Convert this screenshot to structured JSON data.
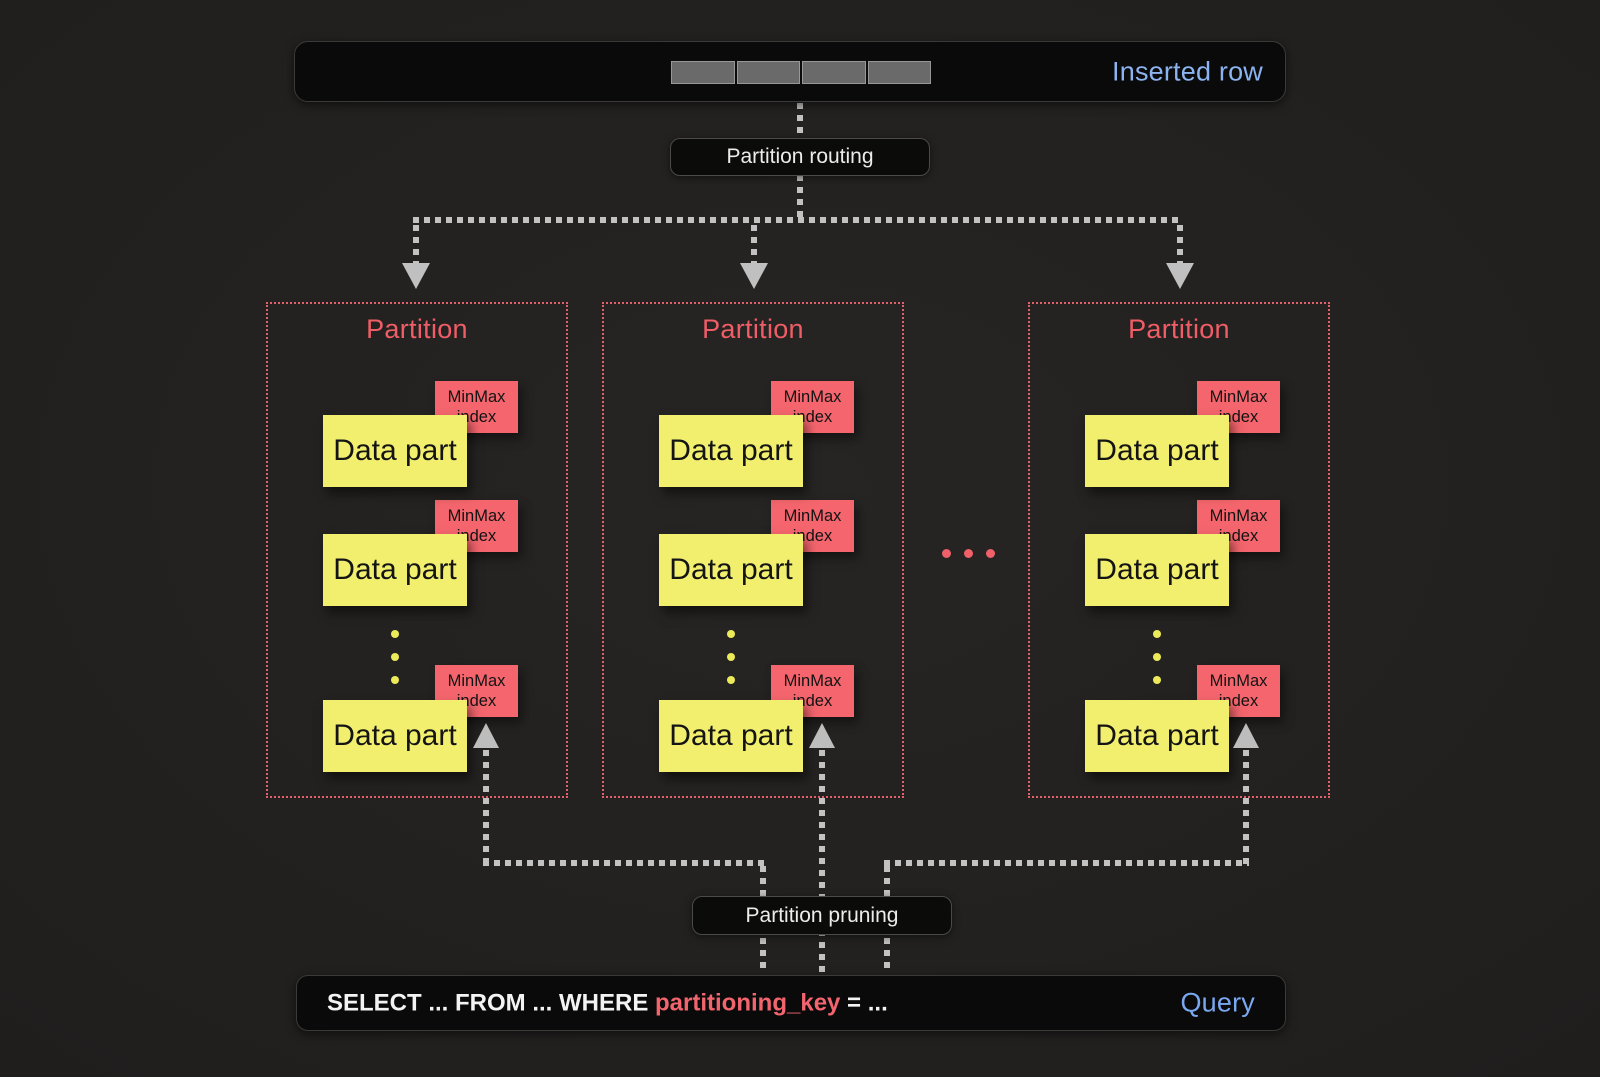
{
  "inserted_row": {
    "label": "Inserted row",
    "cell_count": 4
  },
  "routing": {
    "label": "Partition routing"
  },
  "pruning": {
    "label": "Partition pruning"
  },
  "partitions": [
    {
      "title": "Partition",
      "data_parts": [
        {
          "label": "Data part",
          "index_label": "MinMax index"
        },
        {
          "label": "Data part",
          "index_label": "MinMax index"
        },
        {
          "label": "Data part",
          "index_label": "MinMax index"
        }
      ]
    },
    {
      "title": "Partition",
      "data_parts": [
        {
          "label": "Data part",
          "index_label": "MinMax index"
        },
        {
          "label": "Data part",
          "index_label": "MinMax index"
        },
        {
          "label": "Data part",
          "index_label": "MinMax index"
        }
      ]
    },
    {
      "title": "Partition",
      "data_parts": [
        {
          "label": "Data part",
          "index_label": "MinMax index"
        },
        {
          "label": "Data part",
          "index_label": "MinMax index"
        },
        {
          "label": "Data part",
          "index_label": "MinMax index"
        }
      ]
    }
  ],
  "ellipsis": {
    "dot_count": 3
  },
  "query": {
    "sql_before": "SELECT ... FROM ... WHERE ",
    "sql_key": "partitioning_key",
    "sql_after": " = ...",
    "label": "Query"
  },
  "colors": {
    "accent_red": "#ef5d66",
    "box_yellow": "#f2ef6e",
    "box_red": "#f4656d",
    "inserted_blue": "#8ab3f0",
    "query_blue": "#7aa8f0",
    "sql_key_red": "#f2656e",
    "dash_gray": "#c2c2c2"
  }
}
